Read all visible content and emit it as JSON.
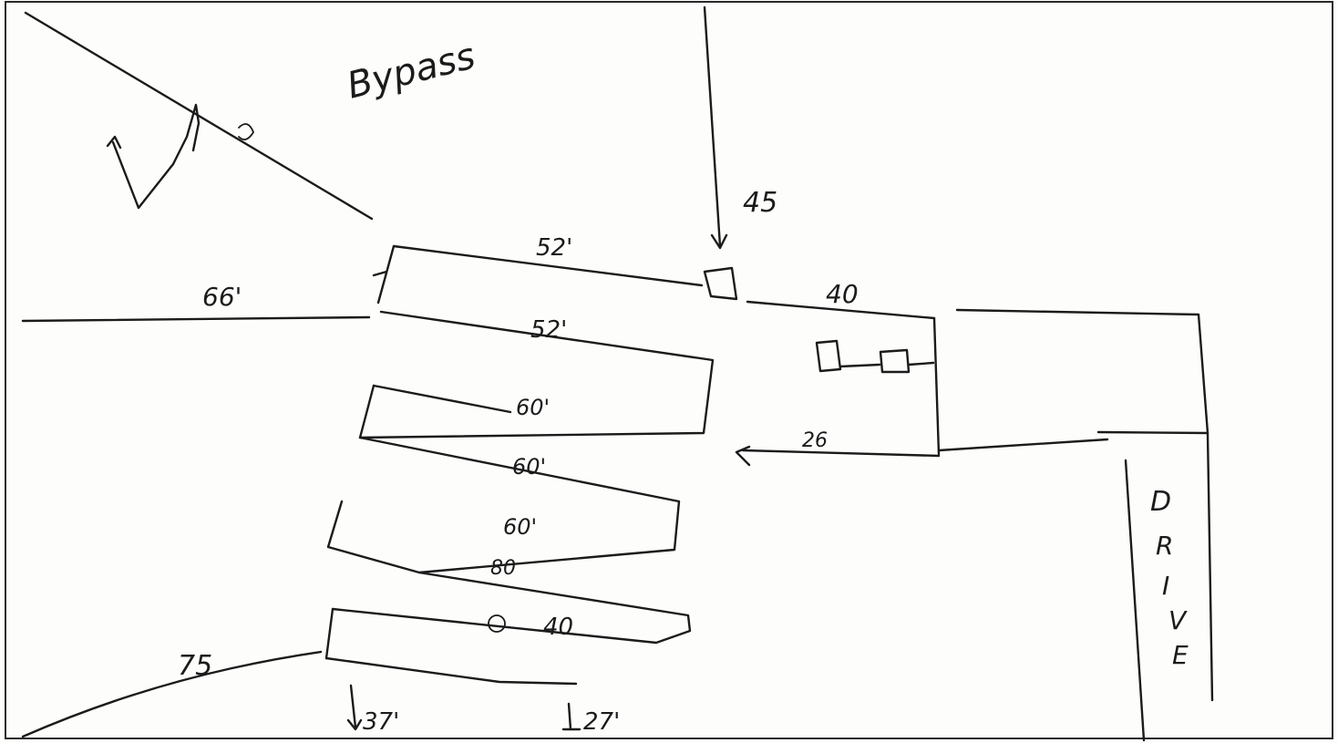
{
  "sketch": {
    "label_bypass": "Bypass",
    "label_45": "45",
    "label_66": "66'",
    "label_52_top": "52'",
    "label_52_bottom": "52'",
    "label_40_top": "40",
    "label_26": "26",
    "label_60_a": "60'",
    "label_60_b": "60'",
    "label_60_c": "60'",
    "label_80": "80",
    "label_40_bottom": "40",
    "label_75": "75",
    "label_37": "37'",
    "label_27": "27'",
    "drive_letters": [
      "D",
      "R",
      "I",
      "V",
      "E"
    ]
  }
}
